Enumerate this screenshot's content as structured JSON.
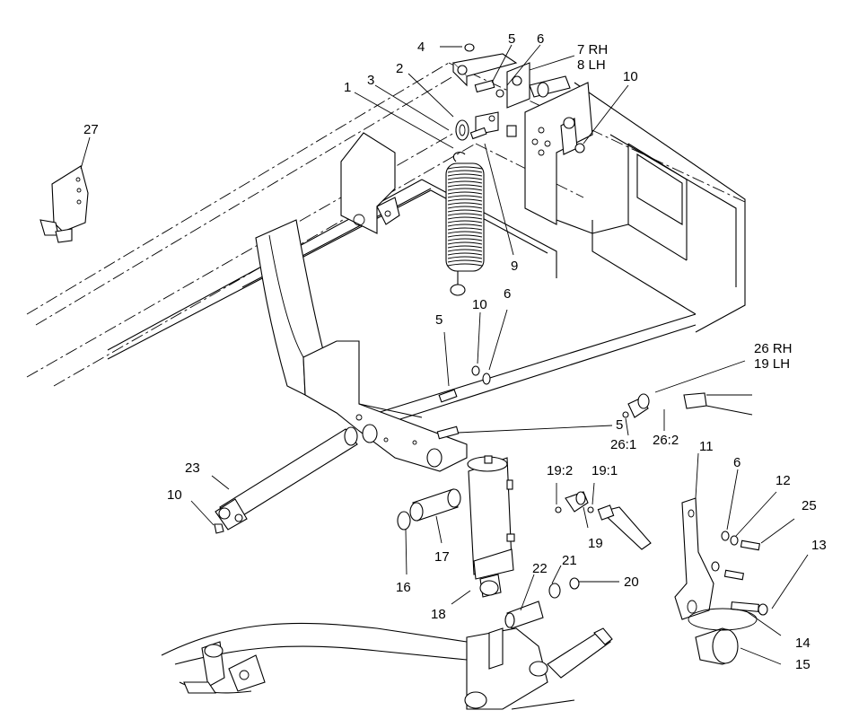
{
  "labels": {
    "l1": "1",
    "l2": "2",
    "l3": "3",
    "l4": "4",
    "l5a": "5",
    "l6a": "6",
    "l7": "7 RH",
    "l8": "8 LH",
    "l9": "9",
    "l10a": "10",
    "l27": "27",
    "l5b": "5",
    "l10b": "10",
    "l6b": "6",
    "l26": "26 RH",
    "l19lh": "19 LH",
    "l5c": "5",
    "l261": "26:1",
    "l262": "26:2",
    "l11": "11",
    "l6c": "6",
    "l12": "12",
    "l25": "25",
    "l13": "13",
    "l23": "23",
    "l10c": "10",
    "l16": "16",
    "l17": "17",
    "l18": "18",
    "l192": "19:2",
    "l191": "19:1",
    "l19": "19",
    "l22": "22",
    "l21": "21",
    "l20": "20",
    "l14": "14",
    "l15": "15"
  }
}
